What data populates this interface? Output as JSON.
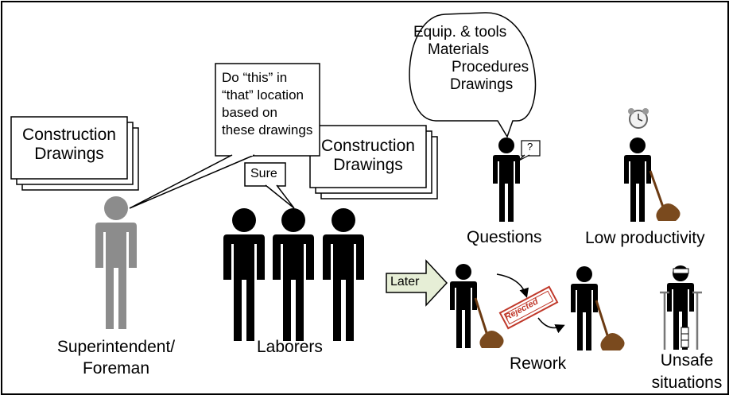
{
  "drawings_stack_1": {
    "line1": "Construction",
    "line2": "Drawings"
  },
  "drawings_stack_2": {
    "line1": "Construction",
    "line2": "Drawings"
  },
  "instruction_bubble": {
    "line1": "Do “this” in",
    "line2": "“that” location",
    "line3": "based on",
    "line4": "these drawings"
  },
  "sure_bubble": "Sure",
  "questions_bubble": {
    "line1": "Equip. & tools",
    "line2": "Materials",
    "line3": "Procedures",
    "line4": "Drawings"
  },
  "question_mark": "?",
  "superintendent_label": {
    "line1": "Superintendent/",
    "line2": "Foreman"
  },
  "laborers_label": "Laborers",
  "later_arrow": "Later",
  "questions_label": "Questions",
  "low_productivity_label": "Low productivity",
  "rework_label": "Rework",
  "rejected_stamp": "Rejected",
  "unsafe_label": {
    "line1": "Unsafe",
    "line2": "situations"
  },
  "colors": {
    "superintendent": "#8c8c8c",
    "laborer": "#000000",
    "dirt": "#7a4a1e",
    "stamp": "#c0392b",
    "later_fill": "#e6eed6"
  }
}
